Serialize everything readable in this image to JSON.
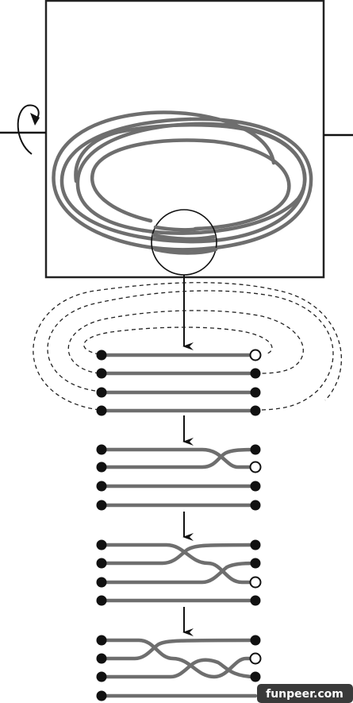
{
  "watermark": {
    "text": "funpeer.com"
  },
  "stages": [
    {
      "strands": 4,
      "crossings": 0,
      "open_end_row": 1
    },
    {
      "strands": 4,
      "crossings": 1,
      "open_end_row": 2
    },
    {
      "strands": 4,
      "crossings": 2,
      "open_end_row": 3
    },
    {
      "strands": 4,
      "crossings": 3,
      "open_end_row": 2
    }
  ],
  "colors": {
    "strand": "#6e6e6e",
    "line": "#111111",
    "background": "#ffffff"
  }
}
